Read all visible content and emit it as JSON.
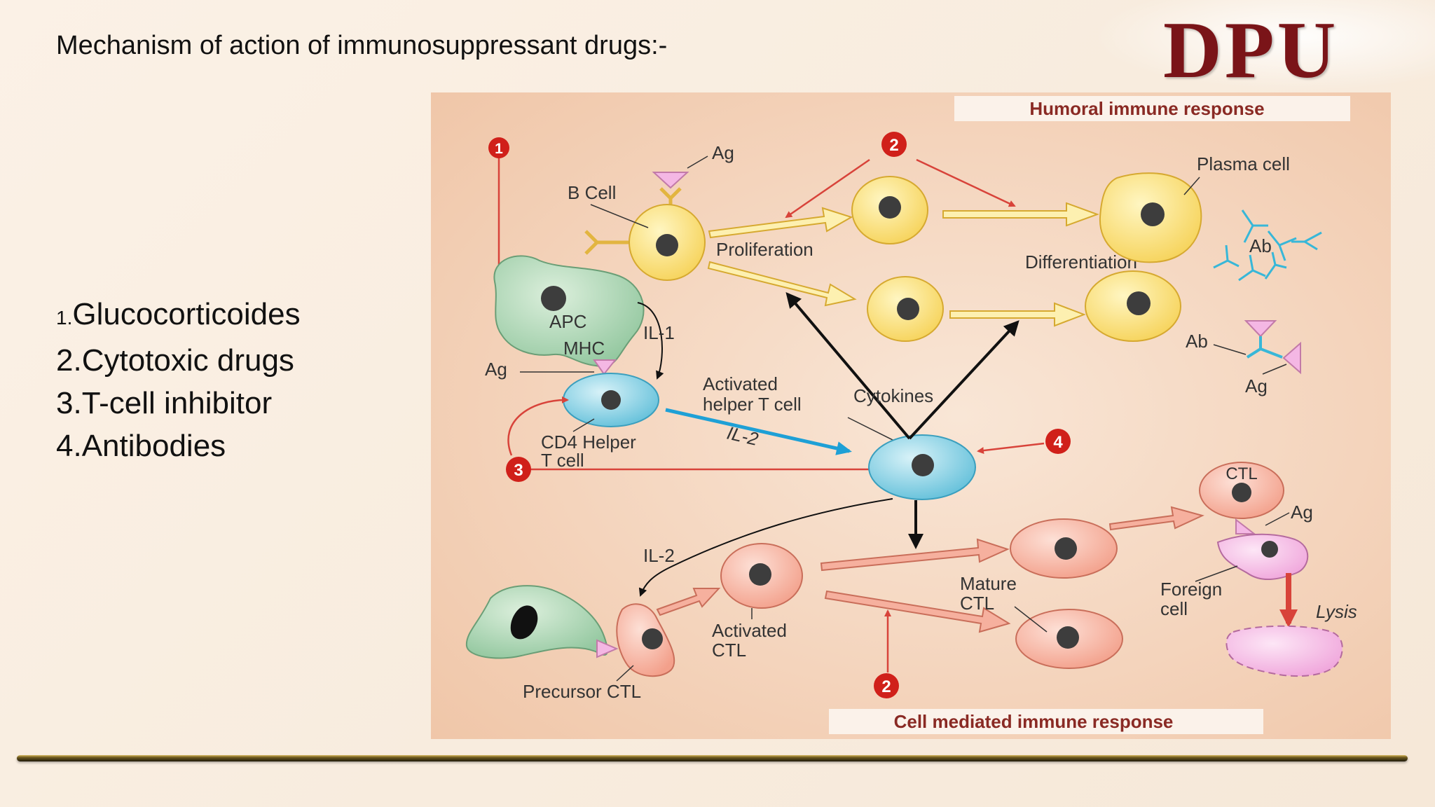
{
  "slide": {
    "title": "Mechanism of action of immunosuppressant drugs:-",
    "logo_text": "DPU",
    "list": [
      {
        "num": "1.",
        "label": "Glucocorticoides"
      },
      {
        "num": "2.",
        "label": "Cytotoxic drugs"
      },
      {
        "num": "3.",
        "label": "T-cell inhibitor"
      },
      {
        "num": "4.",
        "label": "Antibodies"
      }
    ]
  },
  "diagram": {
    "headers": {
      "humoral": "Humoral immune response",
      "cell_mediated": "Cell mediated immune response"
    },
    "markers": {
      "one": "1",
      "two_top": "2",
      "two_bottom": "2",
      "three": "3",
      "four": "4"
    },
    "labels": {
      "ag_top": "Ag",
      "b_cell": "B Cell",
      "plasma_cell": "Plasma cell",
      "proliferation": "Proliferation",
      "differentiation": "Differentiation",
      "ab_top": "Ab",
      "apc": "APC",
      "il1": "IL-1",
      "mhc": "MHC",
      "ag_left": "Ag",
      "ab_mid": "Ab",
      "ag_right": "Ag",
      "activated_helper_line1": "Activated",
      "activated_helper_line2": "helper T cell",
      "cytokines": "Cytokines",
      "il2_blue": "IL-2",
      "cd4_line1": "CD4 Helper",
      "cd4_line2": "T cell",
      "ctl": "CTL",
      "ag_ctl": "Ag",
      "il2_black": "IL-2",
      "mature_line1": "Mature",
      "mature_line2": "CTL",
      "foreign_line1": "Foreign",
      "foreign_line2": "cell",
      "lysis": "Lysis",
      "activated_ctl_line1": "Activated",
      "activated_ctl_line2": "CTL",
      "precursor_ctl": "Precursor CTL"
    },
    "colors": {
      "panel": "#f4d3b8",
      "b_cell_fill": "#fbe27c",
      "t_cell_fill": "#7fcde0",
      "ctl_fill": "#f6b09e",
      "apc_fill": "#a8d3b0",
      "foreign_fill": "#f4b7e4",
      "marker_red": "#d0201a",
      "arrow_red": "#d8433a",
      "arrow_blue": "#1ea0d6",
      "logo_maroon": "#7a1418"
    }
  }
}
